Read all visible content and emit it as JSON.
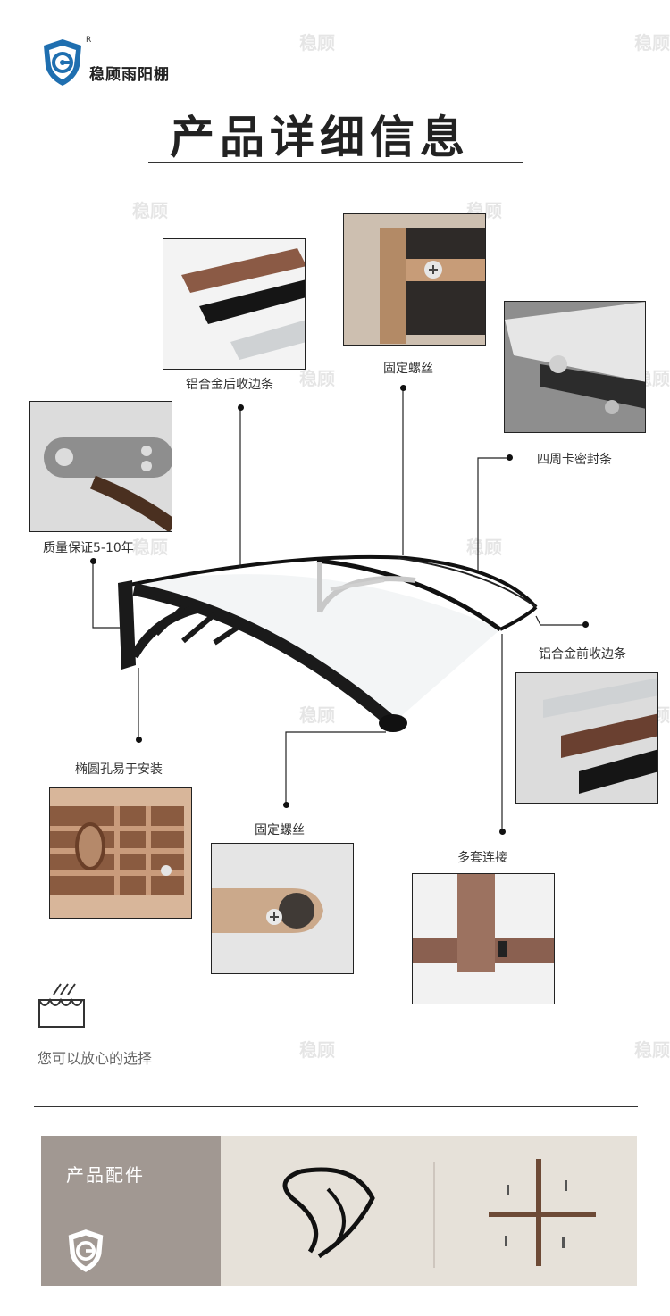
{
  "brand": {
    "name": "稳顾雨阳棚",
    "registered_mark": "R"
  },
  "watermark": "稳顾",
  "title": "产品详细信息",
  "labels": {
    "rear_trim": "铝合金后收边条",
    "screw_top": "固定螺丝",
    "seal": "四周卡密封条",
    "warranty": "质量保证5-10年",
    "front_trim": "铝合金前收边条",
    "oval_hole": "椭圆孔易于安装",
    "screw_bottom": "固定螺丝",
    "multi_connect": "多套连接"
  },
  "reassure": "您可以放心的选择",
  "accessories": {
    "title": "产品配件"
  },
  "colors": {
    "brown": "#8b6a52",
    "tan": "#c9a37f",
    "black": "#1a1a1a",
    "silver": "#cfd2d4",
    "gray_panel": "#a19892",
    "beige": "#e6e1d9"
  },
  "icons": [
    "shield-logo-icon",
    "awning-rain-icon"
  ]
}
